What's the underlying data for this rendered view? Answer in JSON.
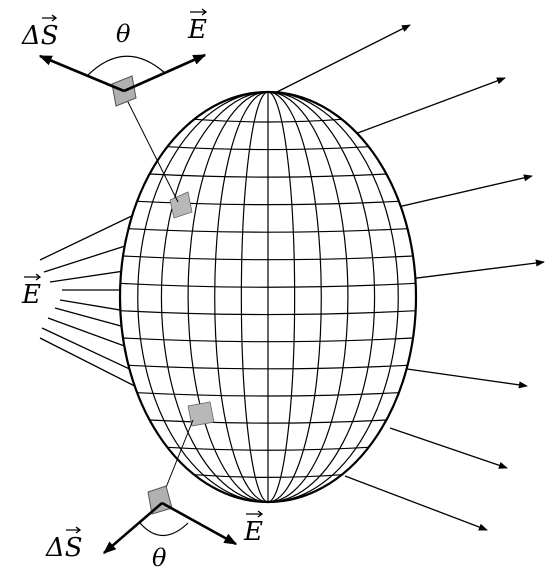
{
  "labels": {
    "e_field_left": "E",
    "delta_s_top": "ΔS",
    "e_field_top": "E",
    "theta_top": "θ",
    "delta_s_bottom": "ΔS",
    "e_field_bottom": "E",
    "theta_bottom": "θ"
  },
  "colors": {
    "line": "#000000",
    "patch": "#b8b8b8",
    "background": "#ffffff"
  }
}
